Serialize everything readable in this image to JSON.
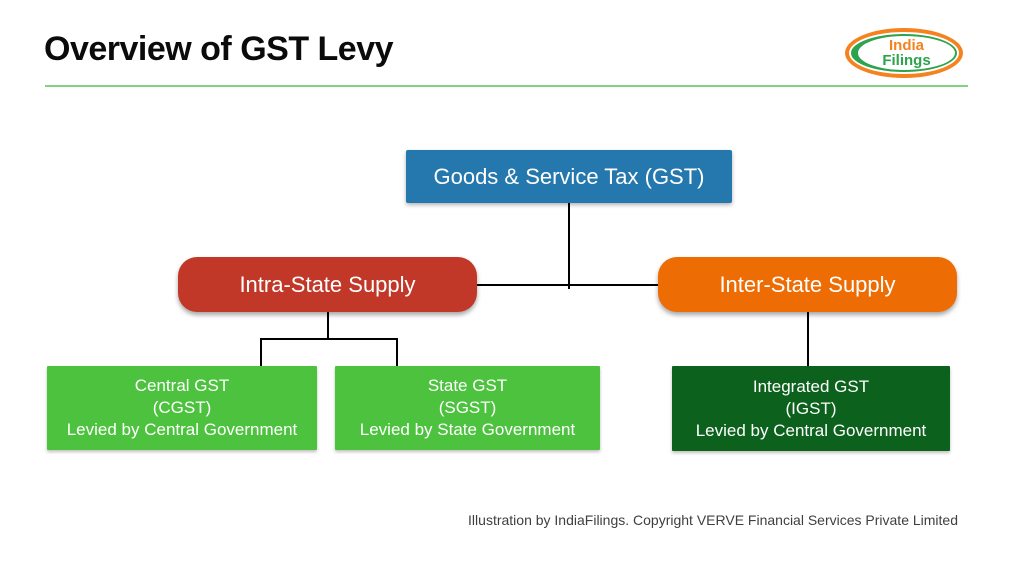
{
  "slide": {
    "title": "Overview of GST Levy",
    "footer": "Illustration by IndiaFilings. Copyright VERVE Financial Services Private Limited"
  },
  "logo": {
    "line1": "India",
    "line2": "Filings",
    "orange": "#f5821f",
    "green": "#2ca34c"
  },
  "colors": {
    "separator": "#7fd47f",
    "connector": "#000000",
    "node_text": "#ffffff"
  },
  "diagram": {
    "root": {
      "label": "Goods & Service Tax (GST)",
      "color": "#2478ad"
    },
    "branches": [
      {
        "label": "Intra-State Supply",
        "color": "#c13828"
      },
      {
        "label": "Inter-State Supply",
        "color": "#ed6d04"
      }
    ],
    "leaves": [
      {
        "lines": [
          "Central GST",
          "(CGST)",
          "Levied by Central Government"
        ],
        "color": "#4dc23e"
      },
      {
        "lines": [
          "State GST",
          "(SGST)",
          "Levied by State Government"
        ],
        "color": "#4dc23e"
      },
      {
        "lines": [
          "Integrated GST",
          "(IGST)",
          "Levied by Central Government"
        ],
        "color": "#0c611c"
      }
    ]
  }
}
